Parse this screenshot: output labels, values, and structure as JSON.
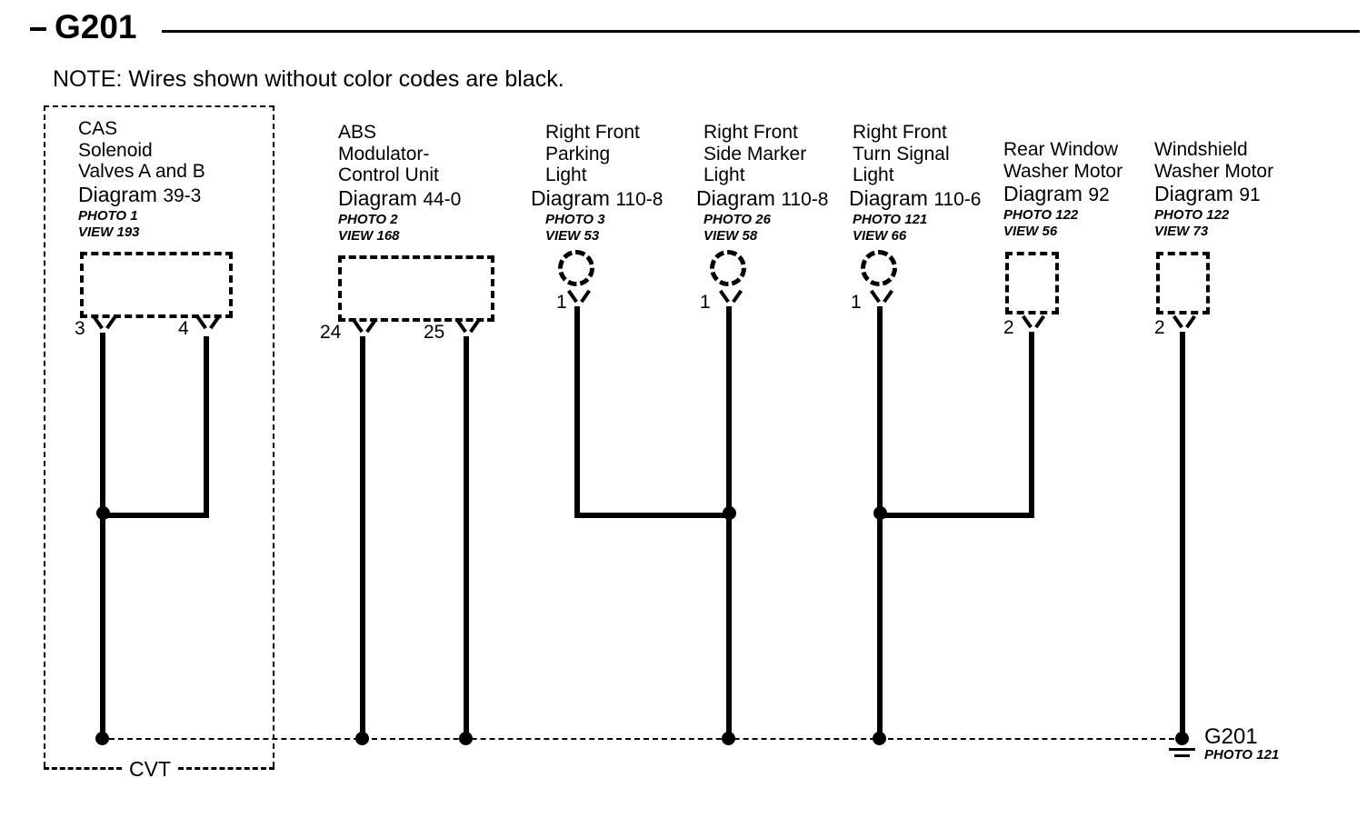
{
  "header": {
    "title": "G201",
    "note": "NOTE: Wires shown without color codes are black."
  },
  "enclosure": {
    "label": "CVT"
  },
  "components": [
    {
      "id": "cas-solenoid-valves",
      "name_lines": [
        "CAS",
        "Solenoid",
        "Valves A and B"
      ],
      "diagram_label": "Diagram",
      "diagram_number": "39-3",
      "photo": "PHOTO 1",
      "view": "VIEW 193",
      "symbol": "box",
      "pins": [
        "3",
        "4"
      ]
    },
    {
      "id": "abs-modulator-control-unit",
      "name_lines": [
        "ABS",
        "Modulator-",
        "Control Unit"
      ],
      "diagram_label": "Diagram",
      "diagram_number": "44-0",
      "photo": "PHOTO 2",
      "view": "VIEW 168",
      "symbol": "box",
      "pins": [
        "24",
        "25"
      ]
    },
    {
      "id": "right-front-parking-light",
      "name_lines": [
        "Right Front",
        "Parking",
        "Light"
      ],
      "diagram_label": "Diagram",
      "diagram_number": "110-8",
      "photo": "PHOTO 3",
      "view": "VIEW 53",
      "symbol": "lamp",
      "pins": [
        "1"
      ]
    },
    {
      "id": "right-front-side-marker-light",
      "name_lines": [
        "Right Front",
        "Side Marker",
        "Light"
      ],
      "diagram_label": "Diagram",
      "diagram_number": "110-8",
      "photo": "PHOTO 26",
      "view": "VIEW 58",
      "symbol": "lamp",
      "pins": [
        "1"
      ]
    },
    {
      "id": "right-front-turn-signal-light",
      "name_lines": [
        "Right Front",
        "Turn Signal",
        "Light"
      ],
      "diagram_label": "Diagram",
      "diagram_number": "110-6",
      "photo": "PHOTO 121",
      "view": "VIEW 66",
      "symbol": "lamp",
      "pins": [
        "1"
      ]
    },
    {
      "id": "rear-window-washer-motor",
      "name_lines": [
        "Rear Window",
        "Washer Motor"
      ],
      "diagram_label": "Diagram",
      "diagram_number": "92",
      "photo": "PHOTO 122",
      "view": "VIEW 56",
      "symbol": "box",
      "pins": [
        "2"
      ]
    },
    {
      "id": "windshield-washer-motor",
      "name_lines": [
        "Windshield",
        "Washer Motor"
      ],
      "diagram_label": "Diagram",
      "diagram_number": "91",
      "photo": "PHOTO 122",
      "view": "VIEW 73",
      "symbol": "box",
      "pins": [
        "2"
      ]
    }
  ],
  "ground": {
    "label": "G201",
    "photo": "PHOTO 121"
  },
  "colors": {
    "line": "#000000",
    "background": "#ffffff"
  }
}
